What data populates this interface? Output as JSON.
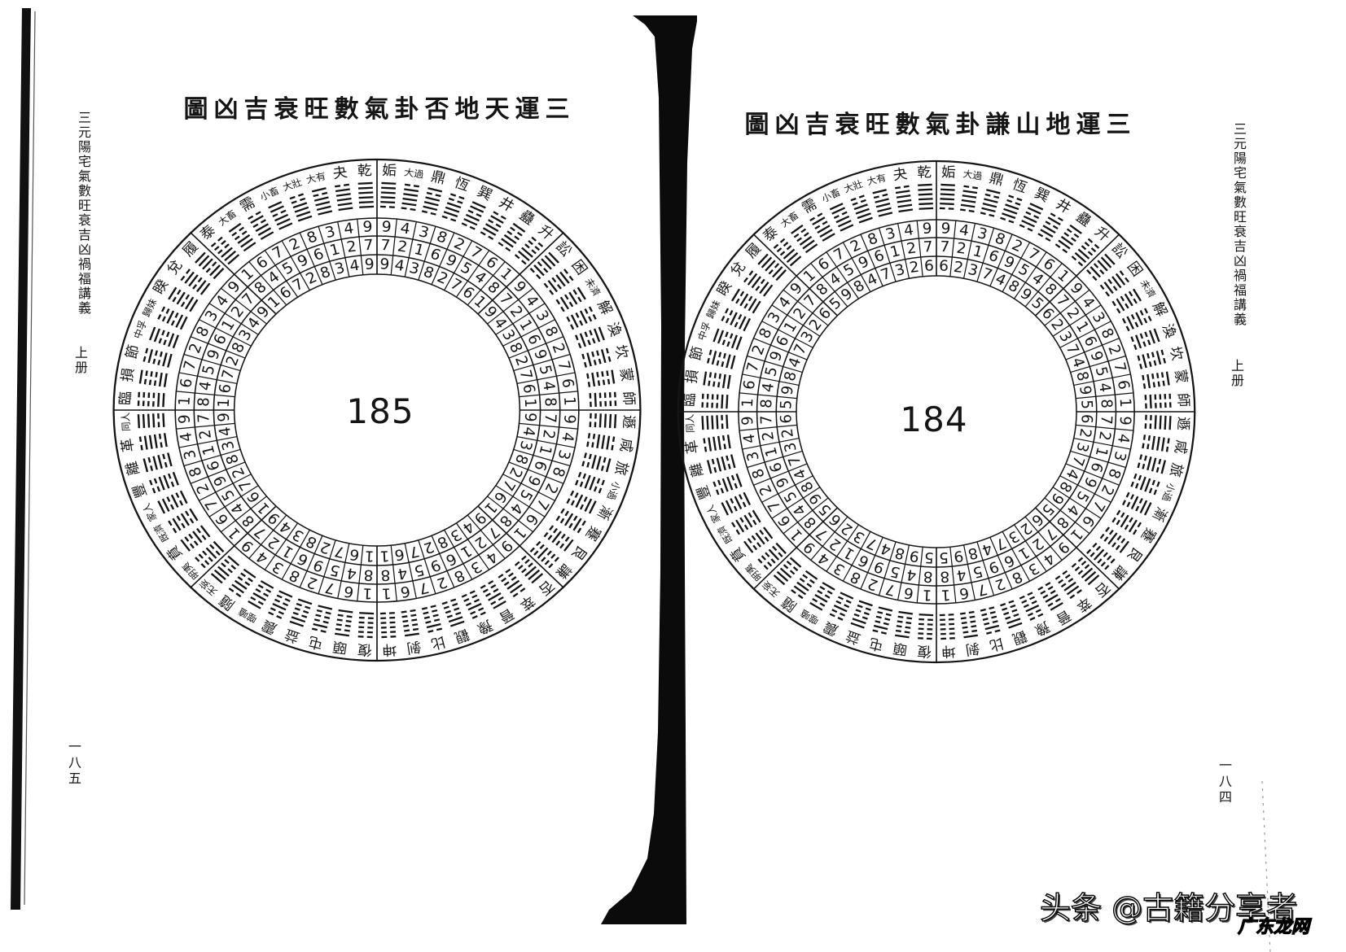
{
  "colors": {
    "paper": "#ffffff",
    "ink": "#151515",
    "spine": "#0b0b0b"
  },
  "left_page": {
    "running_title": "三元陽宅氣數旺衰吉凶禍福講義",
    "volume": "上册",
    "page_number": "一八五"
  },
  "right_page": {
    "running_title": "三元陽宅氣數旺衰吉凶禍福講義",
    "volume": "上册",
    "page_number": "一八四"
  },
  "hexagrams": {
    "names": [
      "姤",
      "大過",
      "鼎",
      "恆",
      "巽",
      "井",
      "蠱",
      "升",
      "訟",
      "困",
      "未濟",
      "解",
      "渙",
      "坎",
      "蒙",
      "師",
      "遯",
      "咸",
      "旅",
      "小過",
      "漸",
      "蹇",
      "艮",
      "謙",
      "否",
      "萃",
      "晉",
      "豫",
      "觀",
      "比",
      "剝",
      "坤",
      "復",
      "頤",
      "屯",
      "益",
      "震",
      "噬嗑",
      "隨",
      "无妄",
      "明夷",
      "賁",
      "既濟",
      "家人",
      "豐",
      "離",
      "革",
      "同人",
      "臨",
      "損",
      "節",
      "中孚",
      "歸妹",
      "睽",
      "兌",
      "履",
      "泰",
      "大畜",
      "需",
      "小畜",
      "大壯",
      "大有",
      "夬",
      "乾"
    ],
    "lines": [
      "011111",
      "011110",
      "011101",
      "011100",
      "011011",
      "011010",
      "011001",
      "011000",
      "010111",
      "010110",
      "010101",
      "010100",
      "010011",
      "010010",
      "010001",
      "010000",
      "001111",
      "001110",
      "001101",
      "001100",
      "001011",
      "001010",
      "001001",
      "001000",
      "000111",
      "000110",
      "000101",
      "000100",
      "000011",
      "000010",
      "000001",
      "000000",
      "100000",
      "100001",
      "100010",
      "100011",
      "100100",
      "100101",
      "100110",
      "100111",
      "101000",
      "101001",
      "101010",
      "101011",
      "101100",
      "101101",
      "101110",
      "101111",
      "110000",
      "110001",
      "110010",
      "110011",
      "110100",
      "110101",
      "110110",
      "110111",
      "111000",
      "111001",
      "111010",
      "111011",
      "111100",
      "111101",
      "111110",
      "111111"
    ]
  },
  "diagrams": [
    {
      "title": "三運天地否卦氣數旺衰吉凶圖",
      "center_label": "185",
      "rings": {
        "outer": [
          "9",
          "4",
          "3",
          "8",
          "2",
          "7",
          "6",
          "1",
          "9",
          "4",
          "3",
          "8",
          "2",
          "7",
          "6",
          "1",
          "9",
          "4",
          "3",
          "8",
          "2",
          "7",
          "6",
          "1",
          "9",
          "4",
          "3",
          "8",
          "2",
          "7",
          "6",
          "1",
          "1",
          "6",
          "7",
          "2",
          "8",
          "3",
          "4",
          "9",
          "1",
          "6",
          "7",
          "2",
          "8",
          "3",
          "4",
          "9",
          "1",
          "6",
          "7",
          "2",
          "8",
          "3",
          "4",
          "9",
          "1",
          "6",
          "7",
          "2",
          "8",
          "3",
          "4",
          "9"
        ],
        "middle": [
          "7",
          "2",
          "1",
          "6",
          "9",
          "5",
          "4",
          "8",
          "7",
          "2",
          "1",
          "6",
          "9",
          "5",
          "4",
          "8",
          "7",
          "2",
          "1",
          "6",
          "9",
          "5",
          "4",
          "8",
          "7",
          "2",
          "1",
          "6",
          "9",
          "5",
          "4",
          "8",
          "8",
          "4",
          "5",
          "9",
          "6",
          "1",
          "2",
          "7",
          "8",
          "4",
          "5",
          "9",
          "6",
          "1",
          "2",
          "7",
          "8",
          "4",
          "5",
          "9",
          "6",
          "1",
          "2",
          "7",
          "8",
          "4",
          "5",
          "9",
          "6",
          "1",
          "2",
          "7"
        ],
        "inner": [
          "9",
          "4",
          "3",
          "8",
          "2",
          "7",
          "6",
          "1",
          "9",
          "4",
          "3",
          "8",
          "2",
          "7",
          "6",
          "1",
          "9",
          "4",
          "3",
          "8",
          "2",
          "7",
          "6",
          "1",
          "9",
          "4",
          "3",
          "8",
          "2",
          "7",
          "6",
          "1",
          "1",
          "6",
          "7",
          "2",
          "8",
          "3",
          "4",
          "9",
          "1",
          "6",
          "7",
          "2",
          "8",
          "3",
          "4",
          "9",
          "1",
          "6",
          "7",
          "2",
          "8",
          "3",
          "4",
          "9",
          "1",
          "6",
          "7",
          "2",
          "8",
          "3",
          "4",
          "9"
        ]
      }
    },
    {
      "title": "三運地山謙卦氣數旺衰吉凶圖",
      "center_label": "184",
      "rings": {
        "outer": [
          "9",
          "4",
          "3",
          "8",
          "2",
          "7",
          "6",
          "1",
          "9",
          "4",
          "3",
          "8",
          "2",
          "7",
          "6",
          "1",
          "9",
          "4",
          "3",
          "8",
          "2",
          "7",
          "6",
          "1",
          "9",
          "4",
          "3",
          "8",
          "2",
          "7",
          "6",
          "1",
          "1",
          "6",
          "7",
          "2",
          "8",
          "3",
          "4",
          "9",
          "1",
          "6",
          "7",
          "2",
          "8",
          "3",
          "4",
          "9",
          "1",
          "6",
          "7",
          "2",
          "8",
          "3",
          "4",
          "9",
          "1",
          "6",
          "7",
          "2",
          "8",
          "3",
          "4",
          "9"
        ],
        "middle": [
          "7",
          "2",
          "1",
          "6",
          "9",
          "5",
          "4",
          "8",
          "7",
          "2",
          "1",
          "6",
          "9",
          "5",
          "4",
          "8",
          "7",
          "2",
          "1",
          "6",
          "9",
          "5",
          "4",
          "8",
          "7",
          "2",
          "1",
          "6",
          "9",
          "5",
          "4",
          "8",
          "8",
          "4",
          "5",
          "9",
          "6",
          "1",
          "2",
          "7",
          "8",
          "4",
          "5",
          "9",
          "6",
          "1",
          "2",
          "7",
          "8",
          "4",
          "5",
          "9",
          "6",
          "1",
          "2",
          "7",
          "8",
          "4",
          "5",
          "9",
          "6",
          "1",
          "2",
          "7"
        ],
        "inner": [
          "6",
          "2",
          "3",
          "7",
          "4",
          "8",
          "9",
          "5",
          "6",
          "2",
          "3",
          "7",
          "4",
          "8",
          "9",
          "5",
          "6",
          "2",
          "3",
          "7",
          "4",
          "8",
          "9",
          "5",
          "6",
          "2",
          "3",
          "7",
          "4",
          "8",
          "9",
          "5",
          "5",
          "9",
          "8",
          "4",
          "7",
          "3",
          "2",
          "6",
          "5",
          "9",
          "8",
          "4",
          "7",
          "3",
          "2",
          "6",
          "5",
          "9",
          "8",
          "4",
          "7",
          "3",
          "2",
          "6",
          "5",
          "9",
          "8",
          "4",
          "7",
          "3",
          "2",
          "6"
        ]
      }
    }
  ],
  "watermark": {
    "text": "头条 @古籍分享者",
    "sub": "广东龙网"
  }
}
